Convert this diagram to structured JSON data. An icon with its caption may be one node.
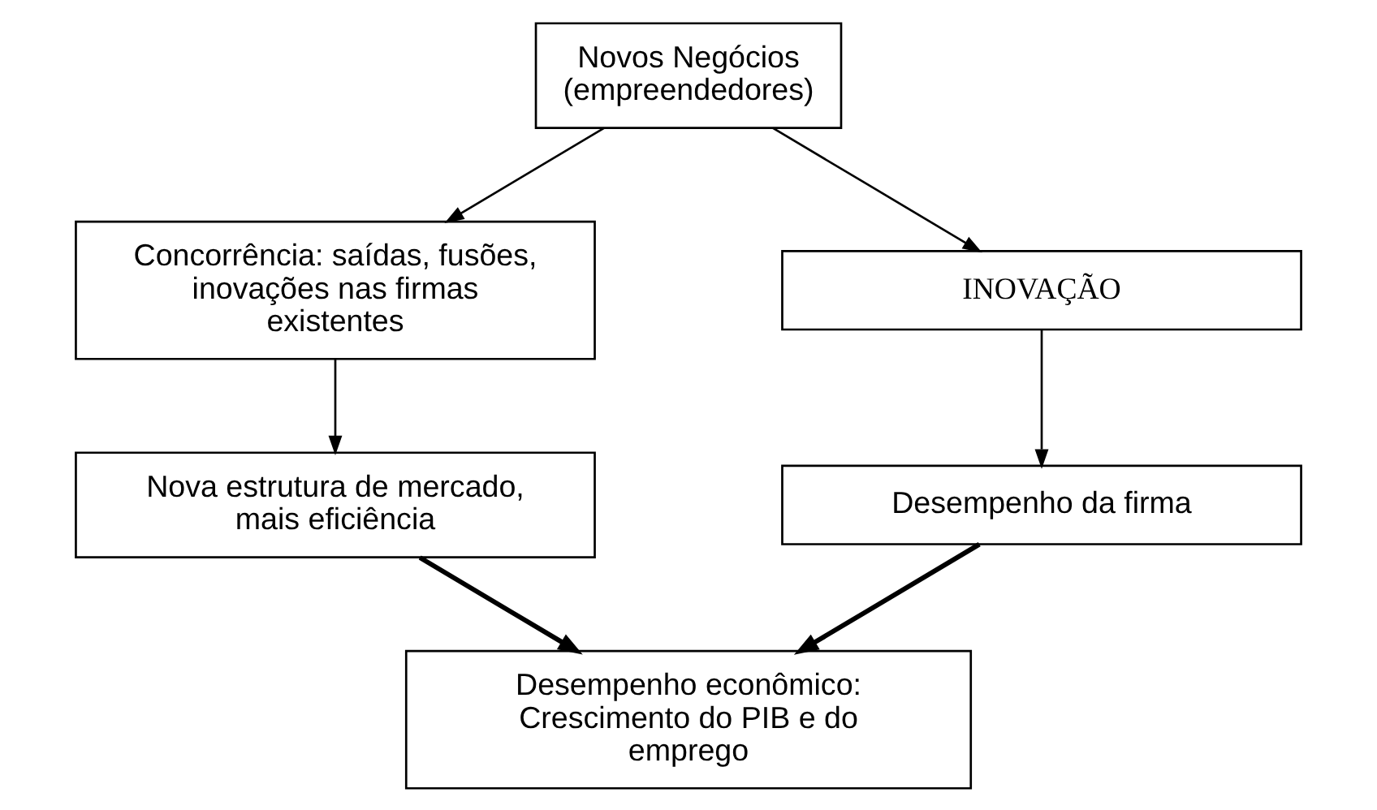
{
  "diagram": {
    "nodes": [
      {
        "text": [
          "Novos Negócios (empreendedores)"
        ]
      },
      {
        "text": [
          "Concorrência: saídas, fusões, inovações nas firmas existentes"
        ]
      },
      {
        "text": [
          "INOVAÇÃO"
        ]
      },
      {
        "text": [
          "Nova estrutura de mercado, mais eficiência"
        ]
      },
      {
        "text": [
          "Desempenho da firma"
        ]
      },
      {
        "text": [
          "Desempenho econômico: Crescimento do PIB e do emprego"
        ]
      }
    ],
    "edges": [
      {
        "from": 0,
        "to": 1,
        "arrow": "to"
      },
      {
        "from": 0,
        "to": 2,
        "arrow": "to"
      },
      {
        "from": 1,
        "to": 3,
        "arrow": "to"
      },
      {
        "from": 2,
        "to": 4,
        "arrow": "to"
      },
      {
        "from": 3,
        "to": 5,
        "arrow": "to",
        "style": "thick"
      },
      {
        "from": 4,
        "to": 5,
        "arrow": "to",
        "style": "thick"
      }
    ]
  }
}
